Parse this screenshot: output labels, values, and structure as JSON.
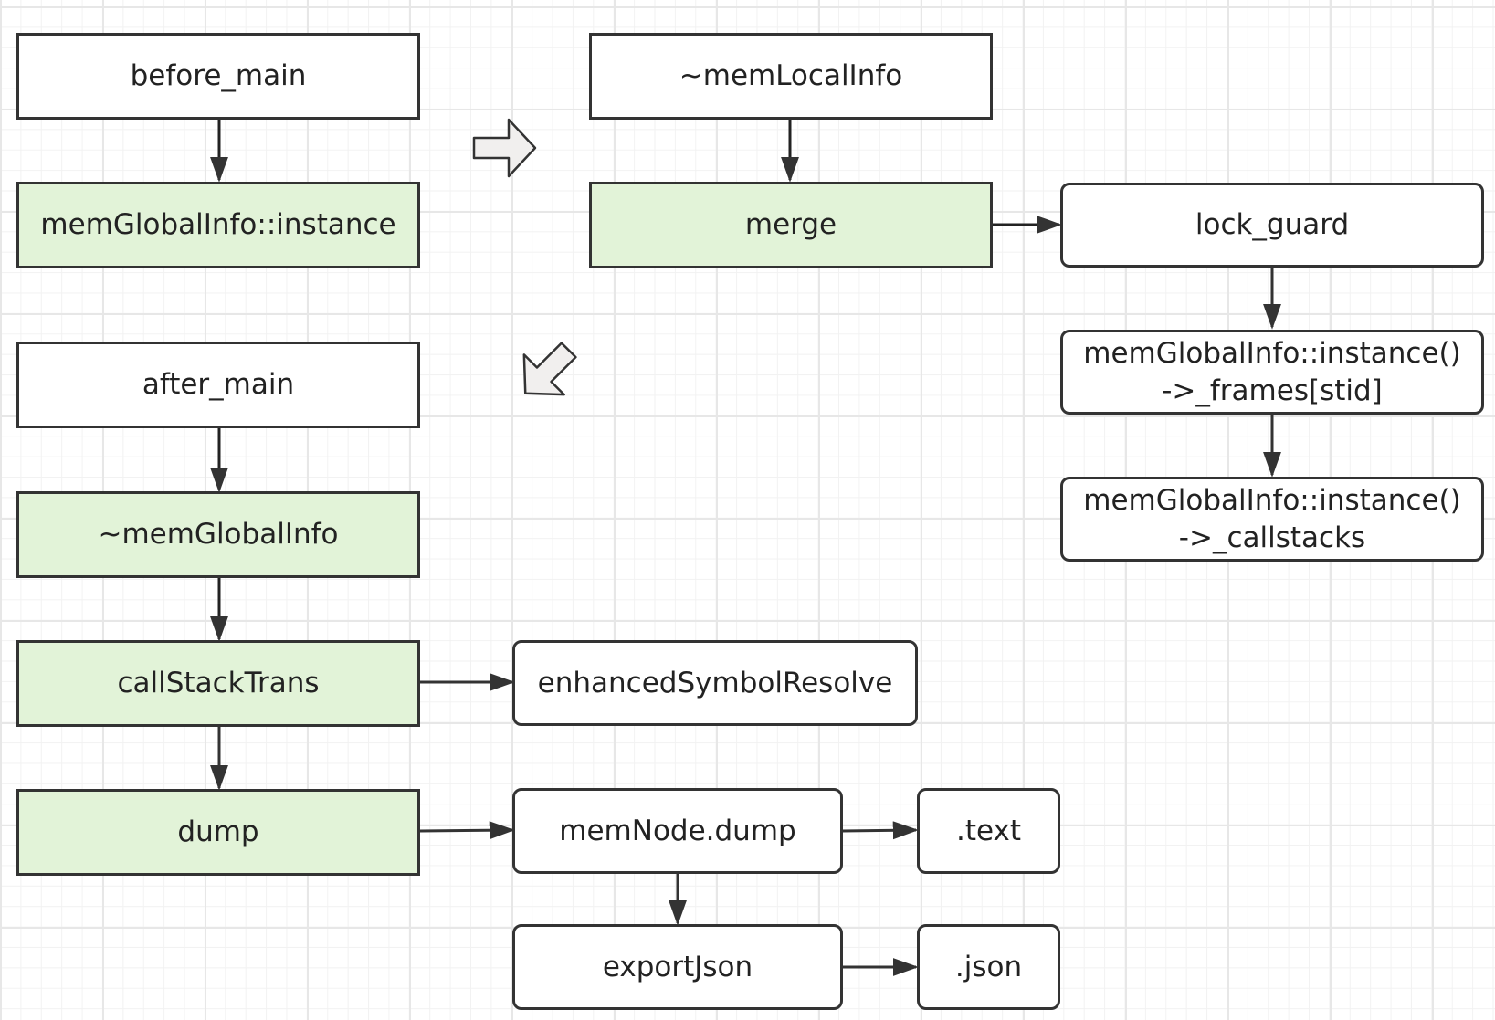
{
  "nodes": {
    "before_main": "before_main",
    "mem_global_instance": "memGlobalInfo::instance",
    "after_main": "after_main",
    "mem_global_dtor": "~memGlobalInfo",
    "call_stack_trans": "callStackTrans",
    "dump": "dump",
    "mem_local_dtor": "~memLocalInfo",
    "merge": "merge",
    "lock_guard": "lock_guard",
    "frames": "memGlobalInfo::instance()\n->_frames[stid]",
    "callstacks": "memGlobalInfo::instance()\n->_callstacks",
    "enhanced_symbol_resolve": "enhancedSymbolResolve",
    "mem_node_dump": "memNode.dump",
    "text_out": ".text",
    "export_json": "exportJson",
    "json_out": ".json"
  },
  "colors": {
    "highlight_fill": "#e2f3d8",
    "plain_fill": "#ffffff",
    "stroke": "#333333",
    "block_arrow_fill": "#f1efee"
  }
}
